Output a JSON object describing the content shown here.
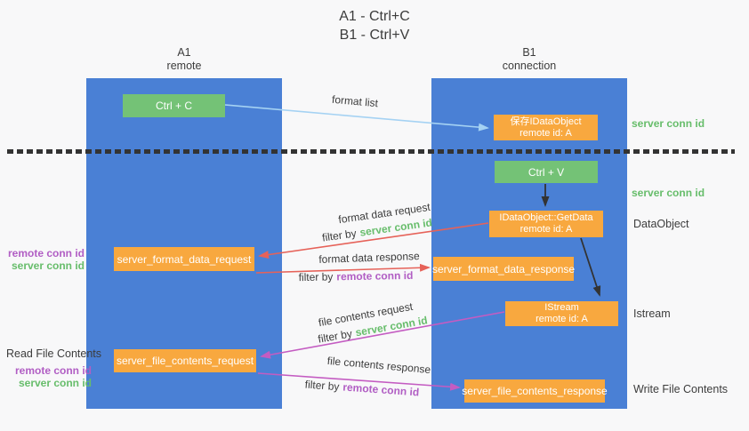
{
  "title": {
    "line1": "A1 - Ctrl+C",
    "line2": "B1 - Ctrl+V"
  },
  "lanes": {
    "left": {
      "name": "A1",
      "role": "remote"
    },
    "right": {
      "name": "B1",
      "role": "connection"
    }
  },
  "nodes": {
    "ctrl_c": "Ctrl + C",
    "ctrl_v": "Ctrl + V",
    "save_idataobject": {
      "title": "保存IDataObject",
      "subtitle": "remote id: A"
    },
    "getdata": {
      "title": "IDataObject::GetData",
      "subtitle": "remote id: A"
    },
    "istream": {
      "title": "IStream",
      "subtitle": "remote id: A"
    },
    "format_request": "server_format_data_request",
    "format_response": "server_format_data_response",
    "file_request": "server_file_contents_request",
    "file_response": "server_file_contents_response"
  },
  "messages": {
    "format_list": "format list",
    "format_data_request": "format data request",
    "format_data_response": "format data response",
    "file_contents_request": "file contents request",
    "file_contents_response": "file contents response",
    "filter_by": "filter by",
    "server_conn_id": "server conn id",
    "remote_conn_id": "remote conn id"
  },
  "annotations": {
    "server_conn_id_1": "server conn id",
    "server_conn_id_2": "server conn id",
    "data_object": "DataObject",
    "istream": "Istream",
    "write_file_contents": "Write File Contents",
    "read_file_contents": "Read File Contents",
    "remote_conn_id": "remote conn id",
    "server_conn_id": "server conn id"
  },
  "colors": {
    "lane_blue": "#4a80d5",
    "node_green": "#74c276",
    "node_orange": "#f8a83f",
    "arrow_red": "#e66259",
    "arrow_magenta": "#c45cc2",
    "arrow_lightblue": "#a5d2f3",
    "arrow_black": "#333333",
    "text_green": "#67bd6b",
    "text_purple": "#b15ec4"
  }
}
